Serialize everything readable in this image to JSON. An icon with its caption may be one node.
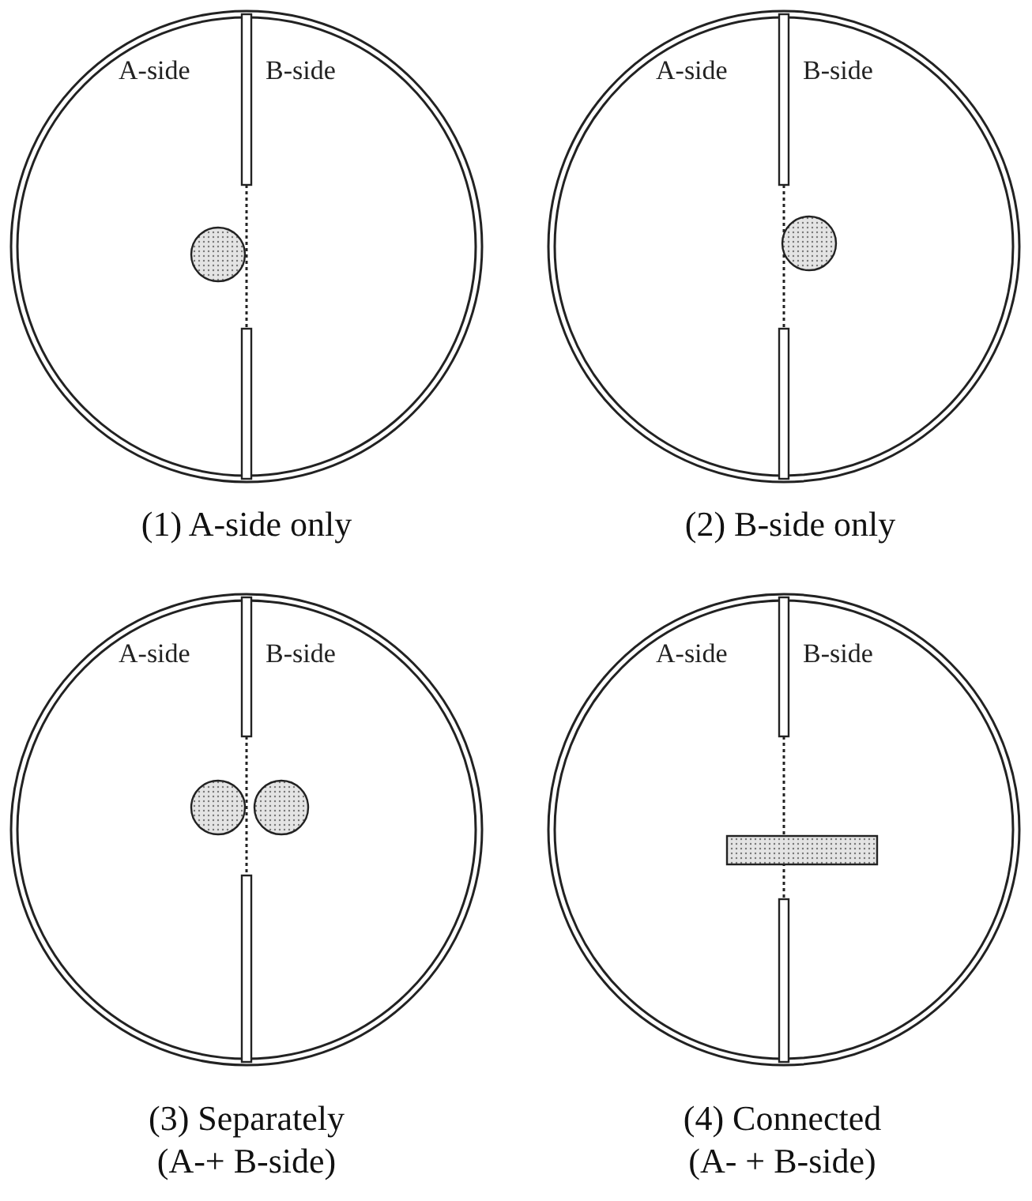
{
  "diagram": {
    "nodes": [
      {
        "text": [
          "A-side",
          "B-side"
        ],
        "beside": [
          "(1) A-side only"
        ]
      },
      {
        "text": [
          "A-side",
          "B-side"
        ],
        "beside": [
          "(2) B-side only"
        ]
      },
      {
        "text": [
          "A-side",
          "B-side"
        ],
        "beside": [
          "(3) Separately (A-+ B-side)"
        ]
      },
      {
        "text": [
          "A-side",
          "B-side"
        ],
        "beside": [
          "(4) Connected (A- + B-side)"
        ]
      }
    ],
    "edges": []
  }
}
